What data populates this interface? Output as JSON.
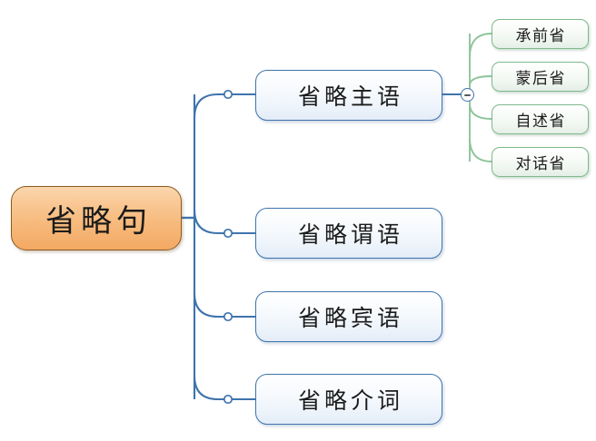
{
  "diagram": {
    "type": "mind-map",
    "orientation": "left-to-right",
    "root": {
      "label": "省略句",
      "color": "#f7bb7e",
      "border_color": "#8a5a22"
    },
    "branch_color": "#3f74ad",
    "leaf_color": "#7fb98c",
    "level2": [
      {
        "label": "省略主语"
      },
      {
        "label": "省略谓语"
      },
      {
        "label": "省略宾语"
      },
      {
        "label": "省略介词"
      }
    ],
    "level3": [
      {
        "label": "承前省"
      },
      {
        "label": "蒙后省"
      },
      {
        "label": "自述省"
      },
      {
        "label": "对话省"
      }
    ],
    "collapse_toggle": {
      "state": "expanded",
      "glyph": "−"
    }
  }
}
